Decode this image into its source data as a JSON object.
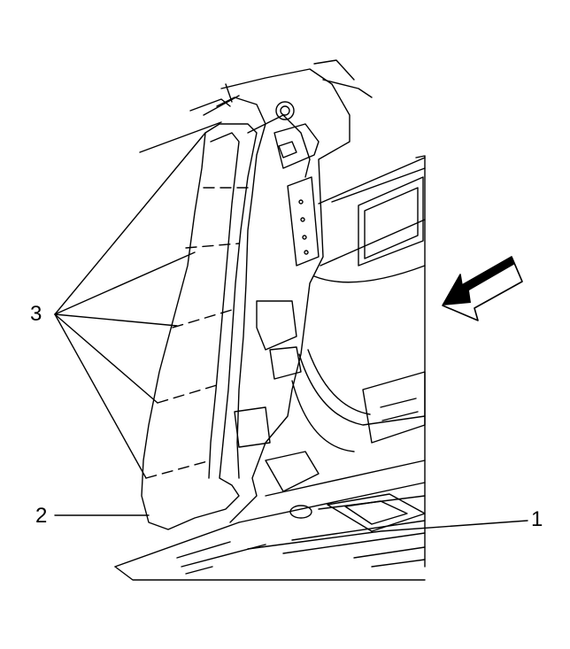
{
  "diagram": {
    "callouts": [
      {
        "id": "callout-1",
        "label": "1"
      },
      {
        "id": "callout-2",
        "label": "2"
      },
      {
        "id": "callout-3",
        "label": "3"
      }
    ],
    "direction_arrow": {
      "meaning": "forward-arrow-icon"
    },
    "colors": {
      "line": "#000000",
      "background": "#ffffff",
      "arrow_fill": "#000000"
    }
  }
}
